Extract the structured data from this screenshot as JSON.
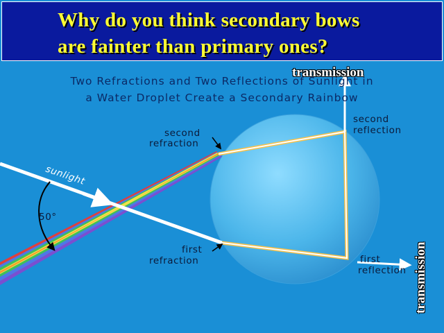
{
  "title": {
    "line1": "Why do you think secondary bows",
    "line2": "are fainter than primary ones?"
  },
  "caption": {
    "line1": "Two Refractions and Two Reflections of Sunlight in",
    "line2": "a Water Droplet Create a Secondary Rainbow"
  },
  "labels": {
    "sunlight": "sunlight",
    "angle": "50°",
    "second_refraction_1": "second",
    "second_refraction_2": "refraction",
    "first_refraction_1": "first",
    "first_refraction_2": "refraction",
    "second_reflection_1": "second",
    "second_reflection_2": "reflection",
    "first_reflection_1": "first",
    "first_reflection_2": "reflection",
    "transmission_top": "transmission",
    "transmission_right": "transmission"
  },
  "colors": {
    "background": "#1a8fd6",
    "title_bg": "#0a1a9e",
    "title_text": "#ffff33",
    "droplet": "#5cc0ee"
  }
}
